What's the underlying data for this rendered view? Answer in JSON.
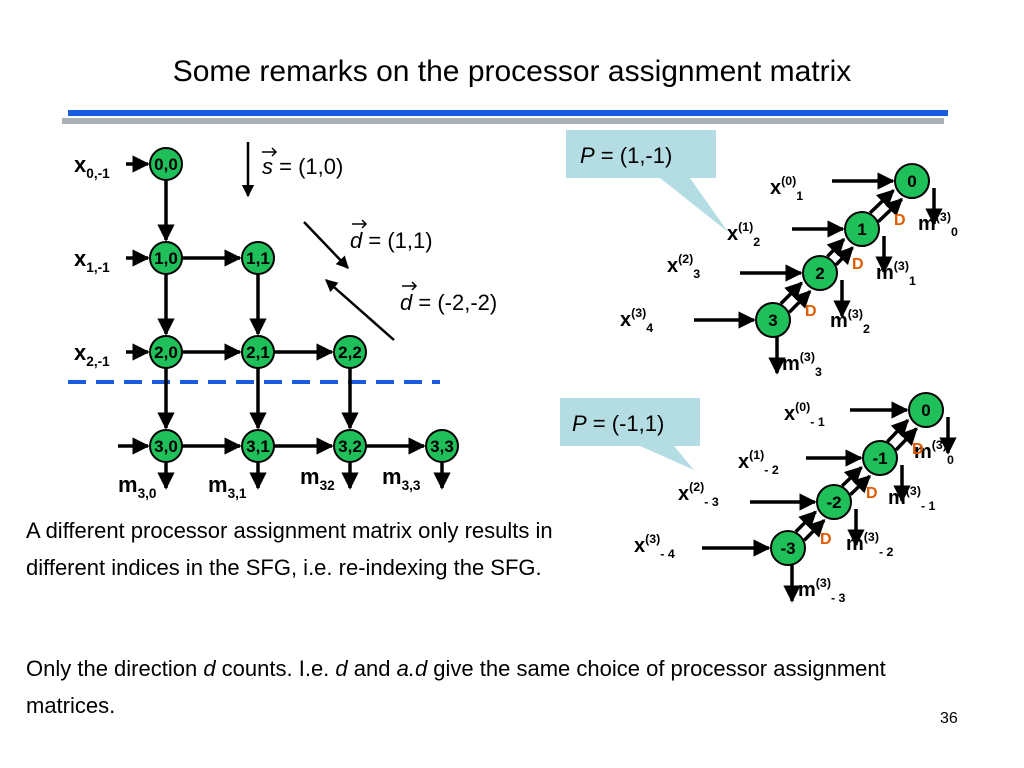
{
  "title": "Some remarks on the processor assignment matrix",
  "slide_number": "36",
  "paragraph1": "A different processor assignment matrix only results in different indices in the SFG, i.e. re-indexing the SFG.",
  "paragraph2": {
    "part1": "Only the direction ",
    "d1": "d",
    "part2": " counts. I.e. ",
    "d2": "d",
    "part3": " and ",
    "ad": "a.d",
    "part4": " give the same choice of processor assignment matrices."
  },
  "grid": {
    "nodes": [
      {
        "label": "0,0",
        "row": 0,
        "col": 0
      },
      {
        "label": "1,0",
        "row": 1,
        "col": 0
      },
      {
        "label": "1,1",
        "row": 1,
        "col": 1
      },
      {
        "label": "2,0",
        "row": 2,
        "col": 0
      },
      {
        "label": "2,1",
        "row": 2,
        "col": 1
      },
      {
        "label": "2,2",
        "row": 2,
        "col": 2
      },
      {
        "label": "3,0",
        "row": 3,
        "col": 0
      },
      {
        "label": "3,1",
        "row": 3,
        "col": 1
      },
      {
        "label": "3,2",
        "row": 3,
        "col": 2
      },
      {
        "label": "3,3",
        "row": 3,
        "col": 3
      }
    ],
    "inputs": [
      {
        "base": "x",
        "sub": "0,-1",
        "row": 0
      },
      {
        "base": "x",
        "sub": "1,-1",
        "row": 1
      },
      {
        "base": "x",
        "sub": "2,-1",
        "row": 2
      }
    ],
    "outputs": [
      {
        "base": "m",
        "sub": "3,0",
        "col": 0
      },
      {
        "base": "m",
        "sub": "3,1",
        "col": 1
      },
      {
        "base": "m",
        "sub": "32",
        "col": 2
      },
      {
        "base": "m",
        "sub": "3,3",
        "col": 3
      }
    ],
    "s_vector": {
      "symbol": "s",
      "value": " = (1,0)"
    },
    "d_vector_1": {
      "symbol": "d",
      "value": " = (1,1)"
    },
    "d_vector_2": {
      "symbol": "d",
      "value": " = (-2,-2)"
    }
  },
  "assignment_top": {
    "label_var": "P",
    "label_value": " = (1,-1)",
    "nodes": [
      "0",
      "1",
      "2",
      "3"
    ],
    "inputs": [
      {
        "base": "x",
        "sup": "(0)",
        "sub": "1"
      },
      {
        "base": "x",
        "sup": "(1)",
        "sub": "2"
      },
      {
        "base": "x",
        "sup": "(2)",
        "sub": "3"
      },
      {
        "base": "x",
        "sup": "(3)",
        "sub": "4"
      }
    ],
    "outputs": [
      {
        "base": "m",
        "sup": "(3)",
        "sub": "0"
      },
      {
        "base": "m",
        "sup": "(3)",
        "sub": "1"
      },
      {
        "base": "m",
        "sup": "(3)",
        "sub": "2"
      },
      {
        "base": "m",
        "sup": "(3)",
        "sub": "3"
      }
    ],
    "delay_label": "D"
  },
  "assignment_bottom": {
    "label_var": "P",
    "label_value": " = (-1,1)",
    "nodes": [
      "0",
      "-1",
      "-2",
      "-3"
    ],
    "inputs": [
      {
        "base": "x",
        "sup": "(0)",
        "sub": "- 1"
      },
      {
        "base": "x",
        "sup": "(1)",
        "sub": "- 2"
      },
      {
        "base": "x",
        "sup": "(2)",
        "sub": "- 3"
      },
      {
        "base": "x",
        "sup": "(3)",
        "sub": "- 4"
      }
    ],
    "outputs": [
      {
        "base": "m",
        "sup": "(3)",
        "sub": "0"
      },
      {
        "base": "m",
        "sup": "(3)",
        "sub": "- 1"
      },
      {
        "base": "m",
        "sup": "(3)",
        "sub": "- 2"
      },
      {
        "base": "m",
        "sup": "(3)",
        "sub": "- 3"
      }
    ],
    "delay_label": "D"
  },
  "colors": {
    "node_fill": "#1fbf5a",
    "callout_fill": "#b3dde3",
    "delay": "#e05a00",
    "title_rule": "#1a5ce0",
    "dashed_line": "#1a5ce0"
  }
}
